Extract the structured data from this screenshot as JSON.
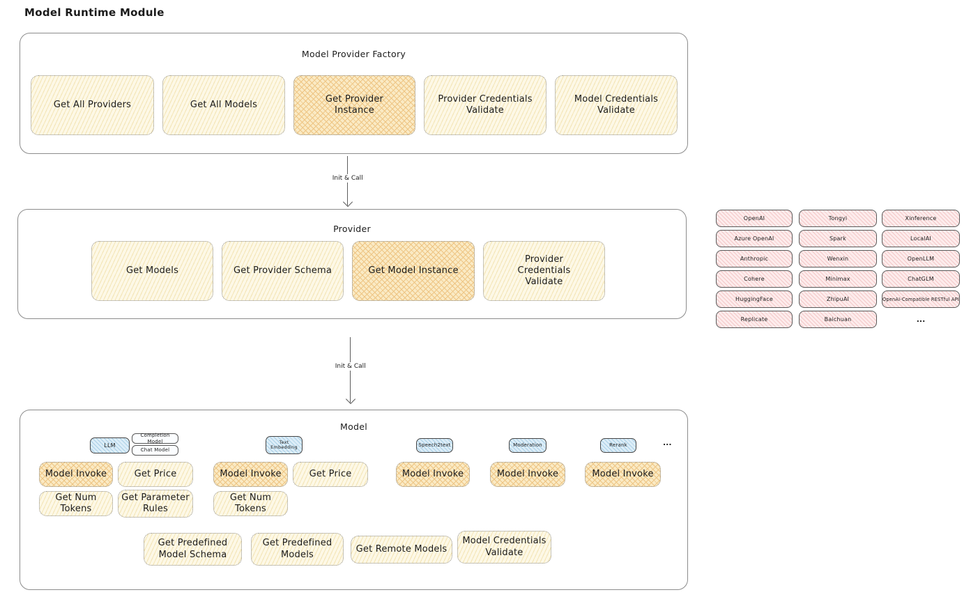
{
  "page": {
    "title": "Model Runtime Module"
  },
  "colors": {
    "yellow_bg": "#fdf8e6",
    "yellow_hatch": "#f3e4b4",
    "orange_bg": "#faeac4",
    "orange_hatch": "#eec584",
    "pink_bg": "#fdecec",
    "pink_hatch": "#f3c8c8",
    "blue_bg": "#dcedf8",
    "blue_hatch": "#abd0e6"
  },
  "factory": {
    "title": "Model Provider Factory",
    "items": [
      {
        "label": "Get All Providers"
      },
      {
        "label": "Get All Models"
      },
      {
        "label": "Get Provider Instance"
      },
      {
        "label": "Provider Credentials Validate"
      },
      {
        "label": "Model Credentials Validate"
      }
    ]
  },
  "arrows": {
    "init_call_1": "Init & Call",
    "init_call_2": "Init & Call"
  },
  "provider": {
    "title": "Provider",
    "items": [
      {
        "label": "Get Models"
      },
      {
        "label": "Get Provider Schema"
      },
      {
        "label": "Get Model Instance"
      },
      {
        "label": "Provider Credentials Validate"
      }
    ]
  },
  "providers_list": {
    "col1": [
      "OpenAI",
      "Azure OpenAI",
      "Anthropic",
      "Cohere",
      "HuggingFace",
      "Replicate"
    ],
    "col2": [
      "Tongyi",
      "Spark",
      "Wenxin",
      "Minimax",
      "ZhipuAI",
      "Baichuan"
    ],
    "col3": [
      "Xinference",
      "LocalAI",
      "OpenLLM",
      "ChatGLM",
      "OpenAI-Compatible RESTful API"
    ],
    "ellipsis": "..."
  },
  "model": {
    "title": "Model",
    "types": {
      "llm": "LLM",
      "completion": "Completion Model",
      "chat": "Chat Model",
      "text_embedding": "Text Embedding",
      "speech2text": "Speech2text",
      "moderation": "Moderation",
      "rerank": "Rerank",
      "ellipsis": "..."
    },
    "ops": {
      "model_invoke": "Model Invoke",
      "get_price": "Get Price",
      "get_num_tokens": "Get Num Tokens",
      "get_parameter_rules": "Get Parameter Rules"
    },
    "bottom_ops": [
      "Get Predefined Model Schema",
      "Get Predefined Models",
      "Get Remote Models",
      "Model Credentials Validate"
    ]
  }
}
